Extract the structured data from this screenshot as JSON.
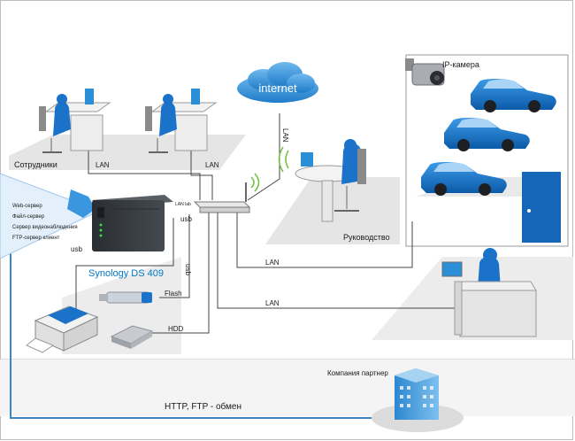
{
  "labels": {
    "internet": "internet",
    "lan": "LAN",
    "employees": "Сотрудники",
    "management": "Руководство",
    "ip_camera": "IP-камера",
    "device": "Synology DS 409",
    "lan_lab": "LAN lab",
    "usb": "usb",
    "flash": "Flash",
    "hdd": "HDD",
    "partner": "Компания партнер",
    "exchange": "HTTP, FTP - обмен"
  },
  "services": [
    "Web-сервер",
    "Файл-сервер",
    "Сервер видеонаблюдения",
    "FTP-сервер клиент"
  ],
  "colors": {
    "accent": "#0077c8",
    "floor": "#e6e6e6",
    "line": "#444444",
    "link": "#3a86c8",
    "car": "#1a73c9"
  }
}
